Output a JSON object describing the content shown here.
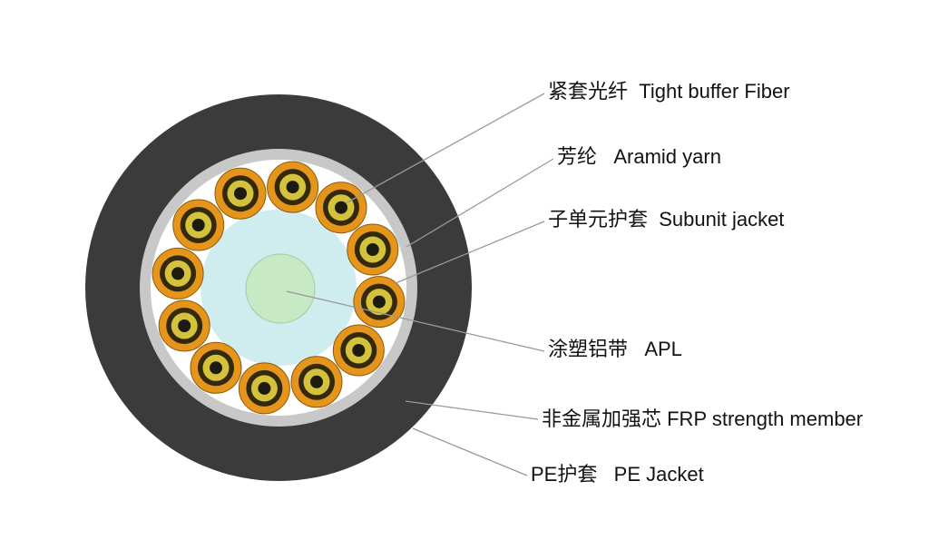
{
  "diagram": {
    "kind": "fiber-optic-cable-cross-section",
    "fiber_count": 12
  },
  "labels": [
    {
      "id": "tight-buffer-fiber",
      "text": "紧套光纤  Tight buffer Fiber"
    },
    {
      "id": "aramid-yarn",
      "text": "芳纶   Aramid yarn"
    },
    {
      "id": "subunit-jacket",
      "text": "子单元护套  Subunit jacket"
    },
    {
      "id": "apl-tape",
      "text": "涂塑铝带   APL"
    },
    {
      "id": "frp-strength-member",
      "text": "非金属加强芯 FRP strength member"
    },
    {
      "id": "pe-jacket",
      "text": "PE护套   PE Jacket"
    }
  ],
  "colors": {
    "background": "#ffffff",
    "pe_jacket": "#3b3b3b",
    "apl_tape_ring": "#c8c8c8",
    "inner_white": "#ffffff",
    "wrap_blue": "#cfecef",
    "frp_green": "#c7e9c3",
    "unit_jacket_orange": "#e6951c",
    "unit_outline": "#8a5a0a",
    "unit_dark_ring": "#32290e",
    "unit_buffer_yellow": "#d4c23c",
    "unit_core_dark": "#1d1a10",
    "leader_line": "#999999",
    "label_text": "#121212",
    "green_edge": "#a3c9a0"
  }
}
